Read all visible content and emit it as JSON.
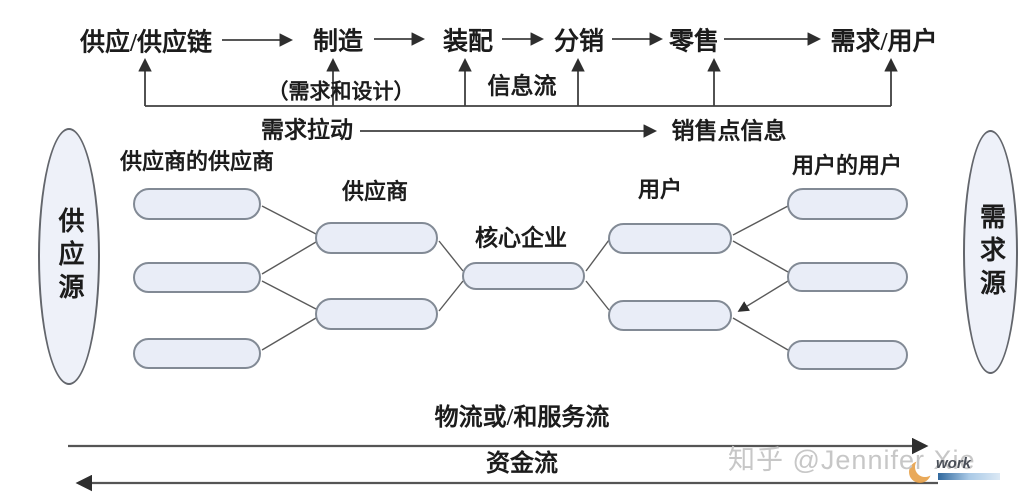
{
  "top_chain": {
    "nodes": [
      {
        "label": "供应/供应链"
      },
      {
        "label": "制造"
      },
      {
        "label": "装配"
      },
      {
        "label": "分销"
      },
      {
        "label": "零售"
      },
      {
        "label": "需求/用户"
      }
    ],
    "feedback": {
      "demand_design": "（需求和设计）",
      "info_flow": "信息流"
    }
  },
  "pull_row": {
    "demand_pull": "需求拉动",
    "pos_info": "销售点信息"
  },
  "network": {
    "left_source": "供应源",
    "right_source": "需求源",
    "tier_labels": {
      "suppliers_supplier": "供应商的供应商",
      "supplier": "供应商",
      "core": "核心企业",
      "user": "用户",
      "users_user": "用户的用户"
    }
  },
  "bottom_flows": {
    "logistics": "物流或/和服务流",
    "funds": "资金流"
  },
  "watermark": {
    "text": "知乎 @Jennifer Xie",
    "logo_text": "work"
  },
  "colors": {
    "node_fill": "#e9edf7",
    "node_border": "#828a95",
    "line": "#3f3f3f",
    "watermark_gray": "#c7c7c7",
    "logo_orange": "#e59a3c",
    "logo_blue": "#31699e"
  }
}
